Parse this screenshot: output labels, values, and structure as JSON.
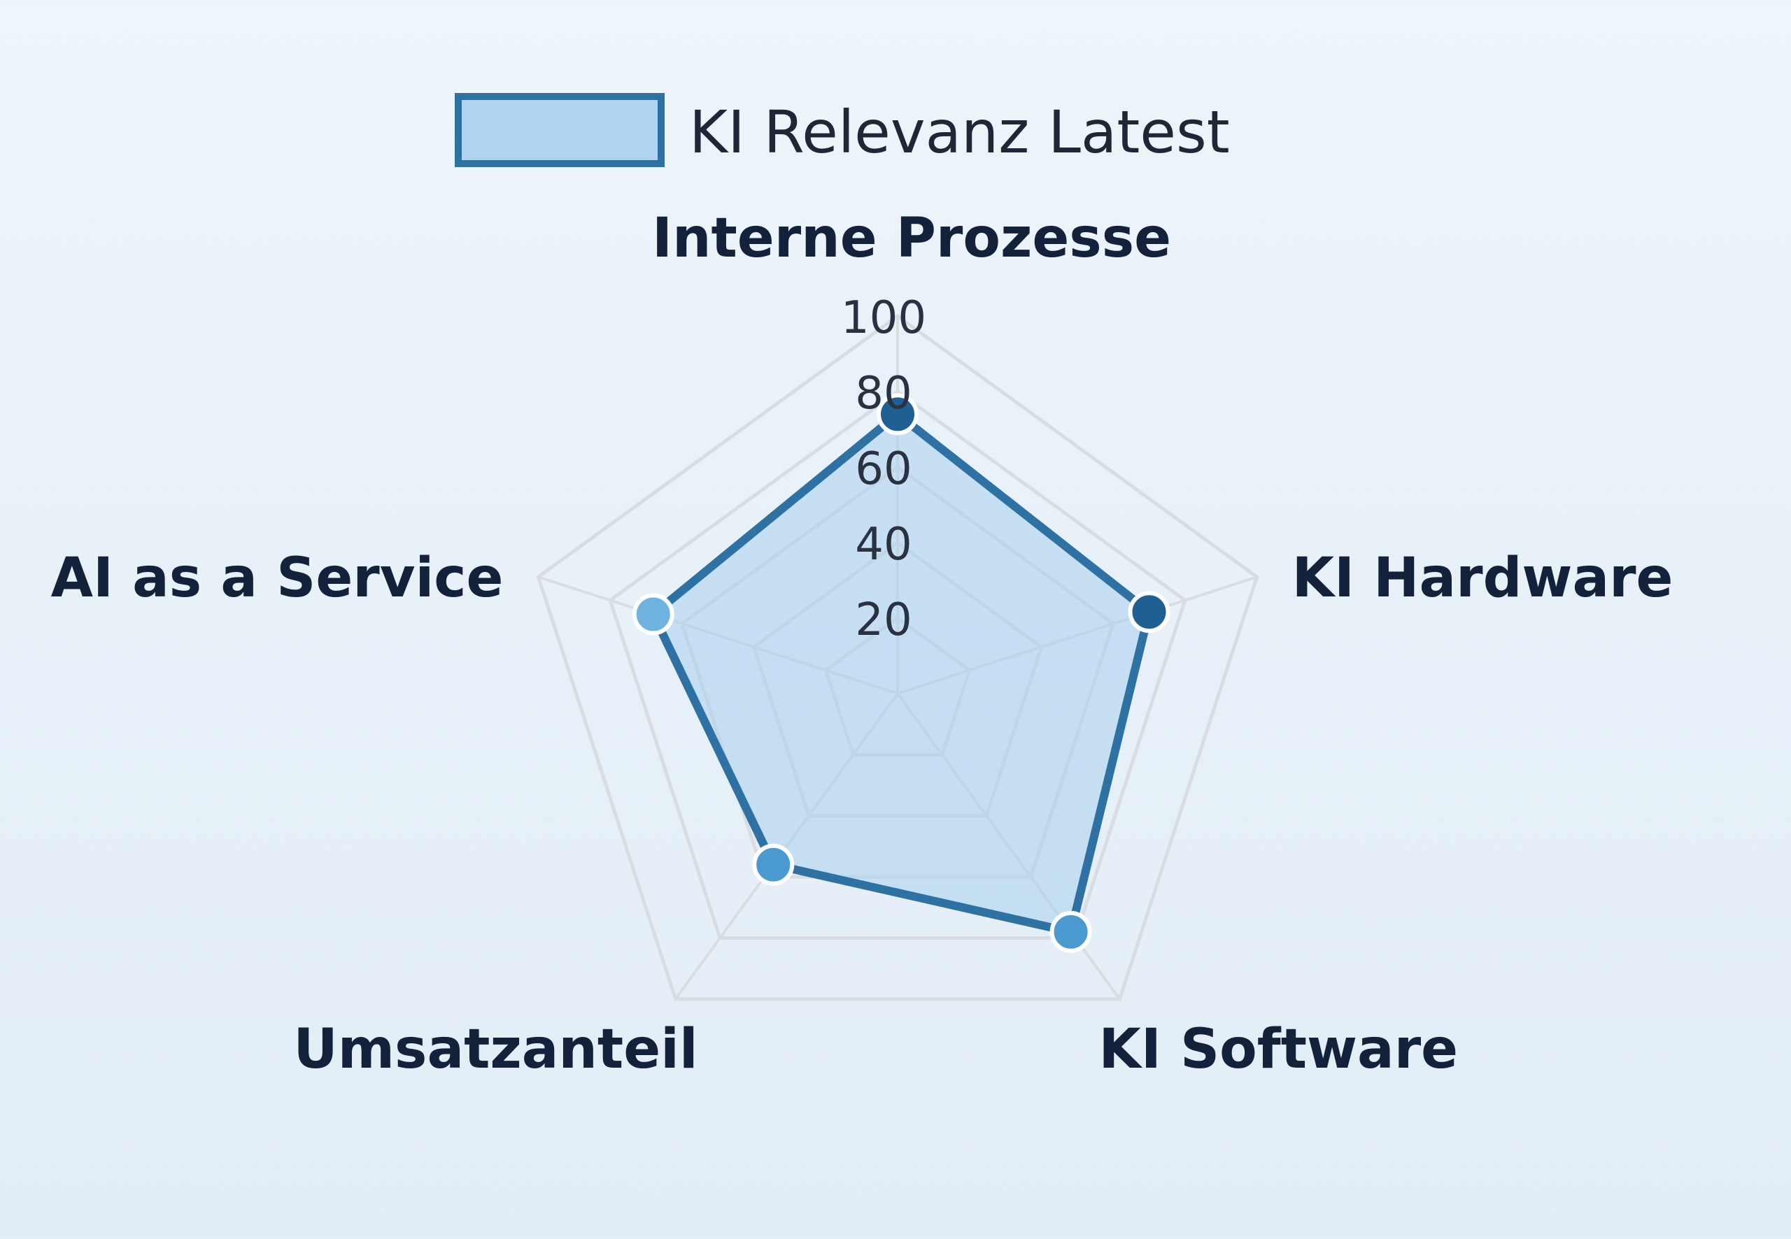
{
  "chart_data": {
    "type": "radar",
    "axes": [
      "Interne Prozesse",
      "KI Hardware",
      "KI Software",
      "Umsatzanteil",
      "AI as a Service"
    ],
    "ticks": [
      20,
      40,
      60,
      80,
      100
    ],
    "rlim": [
      0,
      100
    ],
    "grid": true,
    "legend_position": "top",
    "series": [
      {
        "name": "KI Relevanz Latest",
        "values": [
          74,
          70,
          78,
          56,
          68
        ],
        "color": "#2e72a3",
        "fill": "#a9cfee"
      }
    ],
    "point_colors": [
      "#1f5f93",
      "#1f5f93",
      "#4a9ad0",
      "#4a9ad0",
      "#6fb4e0"
    ]
  }
}
